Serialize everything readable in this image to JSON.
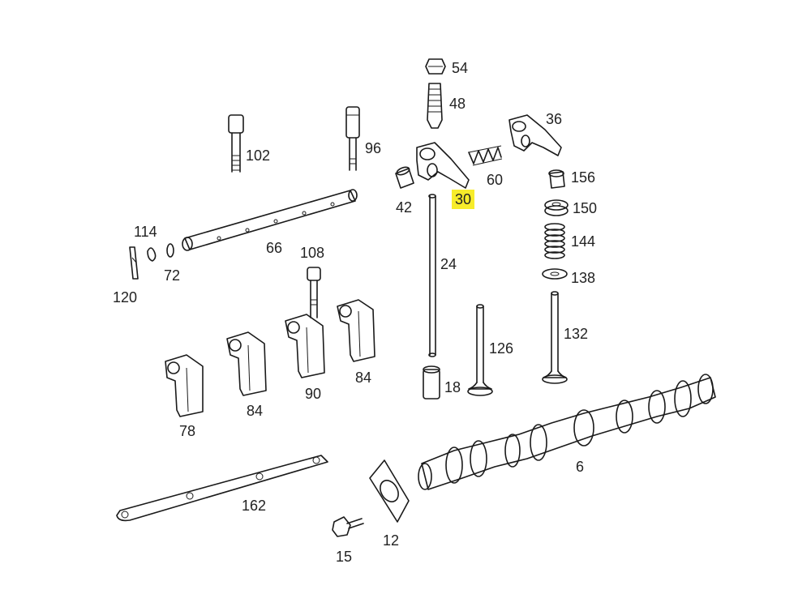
{
  "labels": {
    "p54": "54",
    "p48": "48",
    "p36": "36",
    "p102": "102",
    "p96": "96",
    "p60": "60",
    "p156": "156",
    "p42": "42",
    "p30": "30",
    "p150": "150",
    "p114": "114",
    "p144": "144",
    "p66": "66",
    "p108": "108",
    "p72": "72",
    "p24": "24",
    "p138": "138",
    "p120": "120",
    "p132": "132",
    "p126": "126",
    "p84a": "84",
    "p18": "18",
    "p90": "90",
    "p84b": "84",
    "p78": "78",
    "p6": "6",
    "p162": "162",
    "p12": "12",
    "p15": "15"
  },
  "highlight": {
    "part": "30",
    "color": "#f7ec2a"
  }
}
